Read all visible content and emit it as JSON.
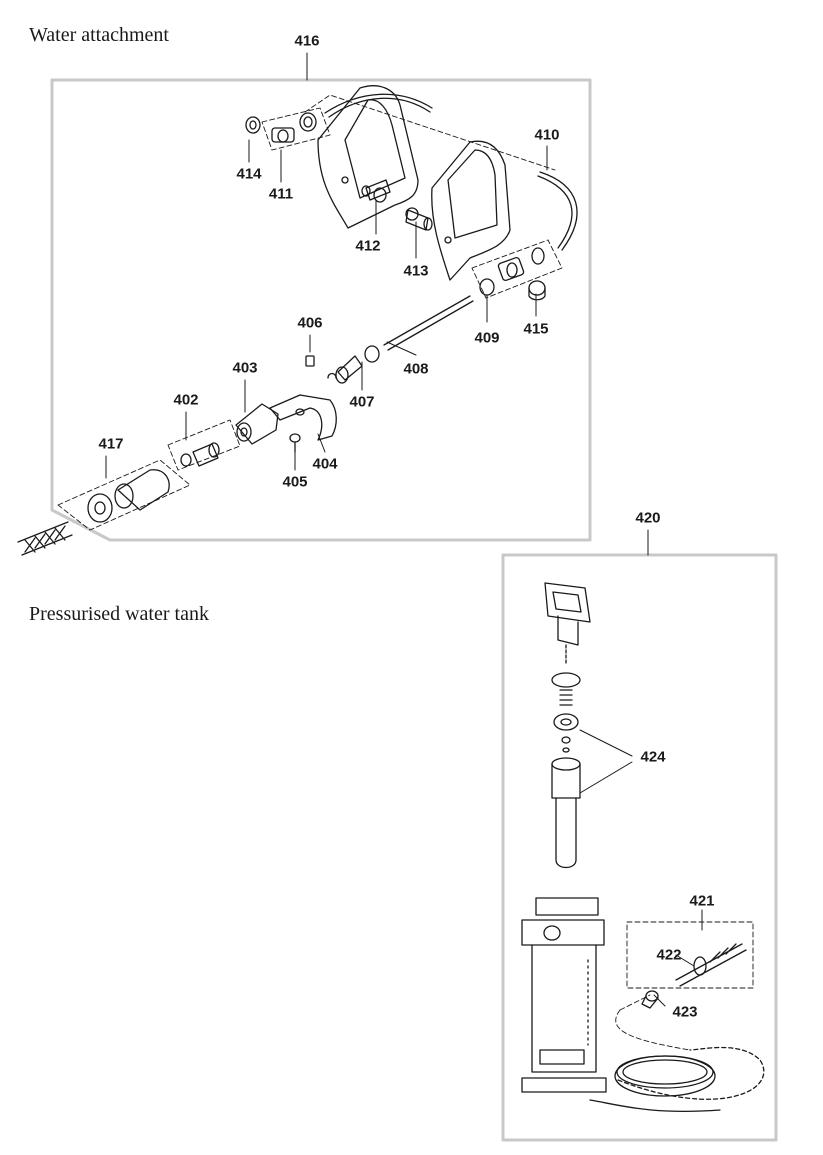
{
  "titles": {
    "water_attachment": "Water attachment",
    "pressurised_tank": "Pressurised water tank"
  },
  "callouts": {
    "p402": "402",
    "p403": "403",
    "p404": "404",
    "p405": "405",
    "p406": "406",
    "p407": "407",
    "p408": "408",
    "p409": "409",
    "p410": "410",
    "p411": "411",
    "p412": "412",
    "p413": "413",
    "p414": "414",
    "p415": "415",
    "p416": "416",
    "p417": "417",
    "p420": "420",
    "p421": "421",
    "p422": "422",
    "p423": "423",
    "p424": "424"
  },
  "colors": {
    "frame": "#c8c8c8",
    "line": "#1a1a1a",
    "background": "#ffffff"
  }
}
